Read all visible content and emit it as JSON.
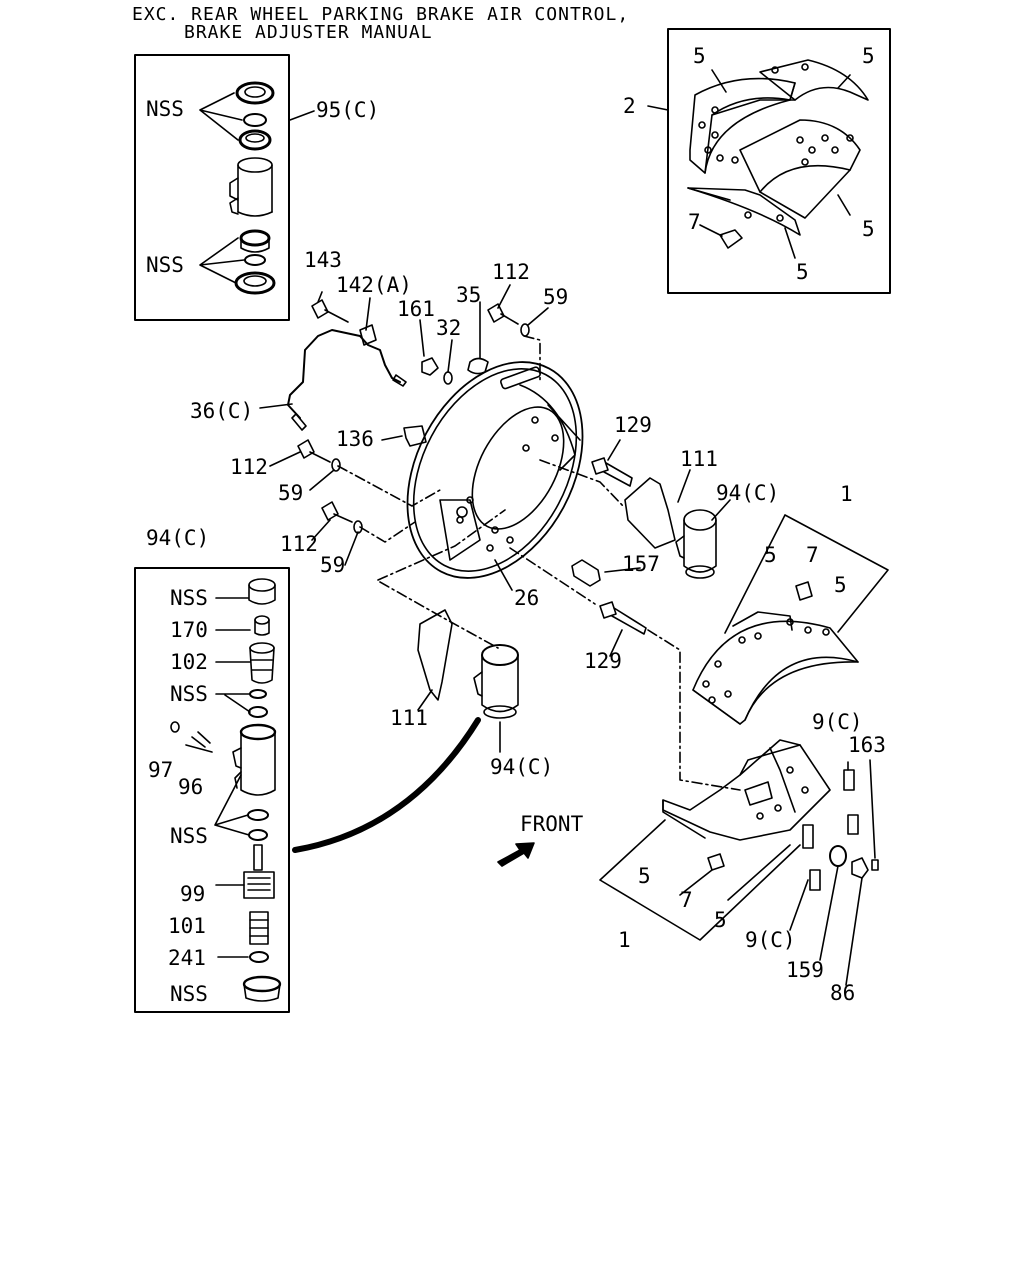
{
  "title": {
    "line1": "EXC. REAR WHEEL PARKING BRAKE AIR CONTROL,",
    "line2": "BRAKE ADJUSTER MANUAL"
  },
  "callouts": {
    "nss": "NSS",
    "p95c": "95(C)",
    "p2": "2",
    "p5": "5",
    "p7": "7",
    "p143": "143",
    "p142a": "142(A)",
    "p112": "112",
    "p35": "35",
    "p59": "59",
    "p161": "161",
    "p32": "32",
    "p36c": "36(C)",
    "p136": "136",
    "p129": "129",
    "p111": "111",
    "p94c": "94(C)",
    "p1": "1",
    "p157": "157",
    "p26": "26",
    "p170": "170",
    "p102": "102",
    "p97": "97",
    "p96": "96",
    "p99": "99",
    "p101": "101",
    "p241": "241",
    "p9c": "9(C)",
    "p163": "163",
    "p159": "159",
    "p86": "86",
    "front": "FRONT"
  }
}
